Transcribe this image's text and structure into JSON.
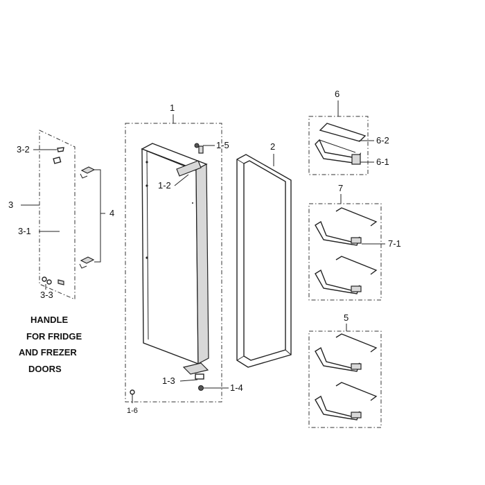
{
  "callouts": {
    "door_assembly": "1",
    "door_gasket": "2",
    "handle_assembly": "3",
    "handle_bar": "3-1",
    "handle_cap": "3-2",
    "handle_screws": "3-3",
    "handle_bolts": "4",
    "door_shelf_upper": "5",
    "door_guard_top": "6",
    "door_guard_cover": "6-1",
    "door_guard_lid": "6-2",
    "door_shelf_lower": "7",
    "door_shelf_part": "7-1",
    "door_cap": "1-2",
    "hinge_bracket": "1-3",
    "hinge_bushing": "1-4",
    "top_pin": "1-5",
    "bottom_screw": "1-6"
  },
  "note_lines": [
    "HANDLE",
    "FOR FRIDGE",
    "AND FREZER",
    "DOORS"
  ]
}
